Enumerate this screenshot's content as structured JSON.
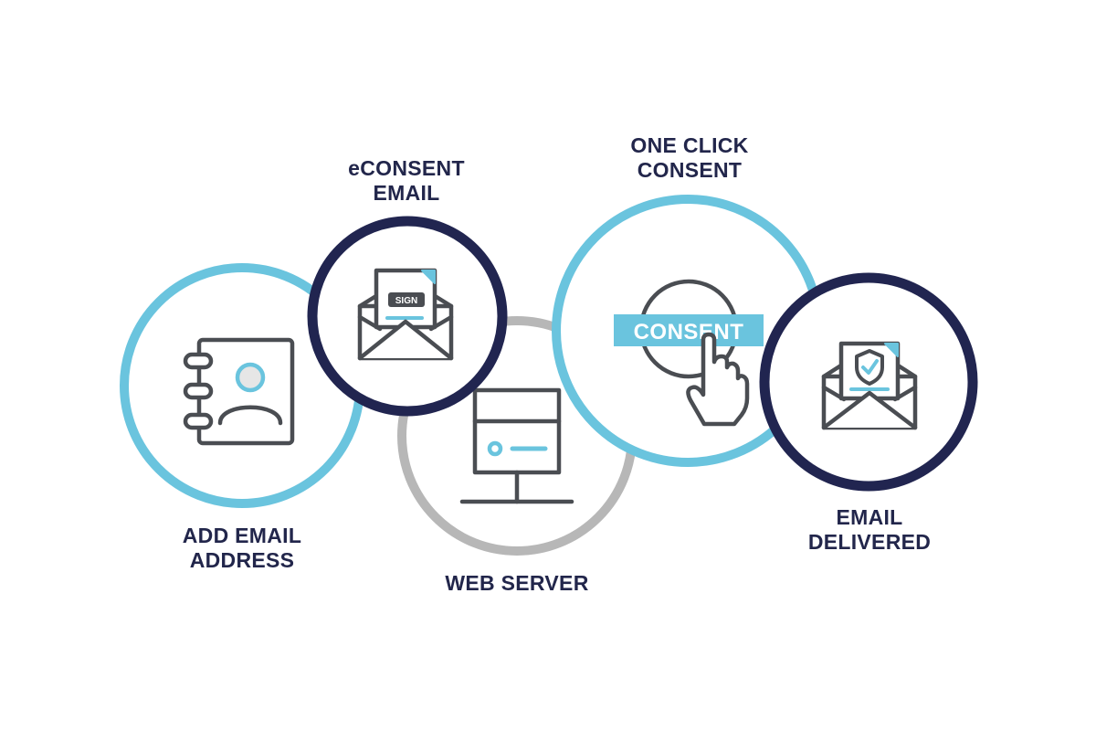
{
  "colors": {
    "light_blue": "#6ac4de",
    "navy": "#212550",
    "gray_ring": "#b7b7b7",
    "icon_stroke": "#4a4d52",
    "label_text": "#22264b",
    "avatar_fill": "#e6e6e6"
  },
  "steps": [
    {
      "id": "add-email",
      "lines": [
        "ADD EMAIL",
        "ADDRESS"
      ],
      "icon": "address-book-icon"
    },
    {
      "id": "econsent-email",
      "lines": [
        "eCONSENT",
        "EMAIL"
      ],
      "icon": "envelope-sign-icon",
      "badge": "SIGN"
    },
    {
      "id": "web-server",
      "lines": [
        "WEB SERVER"
      ],
      "icon": "server-icon"
    },
    {
      "id": "one-click",
      "lines": [
        "ONE CLICK",
        "CONSENT"
      ],
      "icon": "consent-click-icon",
      "button": "CONSENT"
    },
    {
      "id": "email-delivered",
      "lines": [
        "EMAIL",
        "DELIVERED"
      ],
      "icon": "envelope-shield-icon"
    }
  ]
}
